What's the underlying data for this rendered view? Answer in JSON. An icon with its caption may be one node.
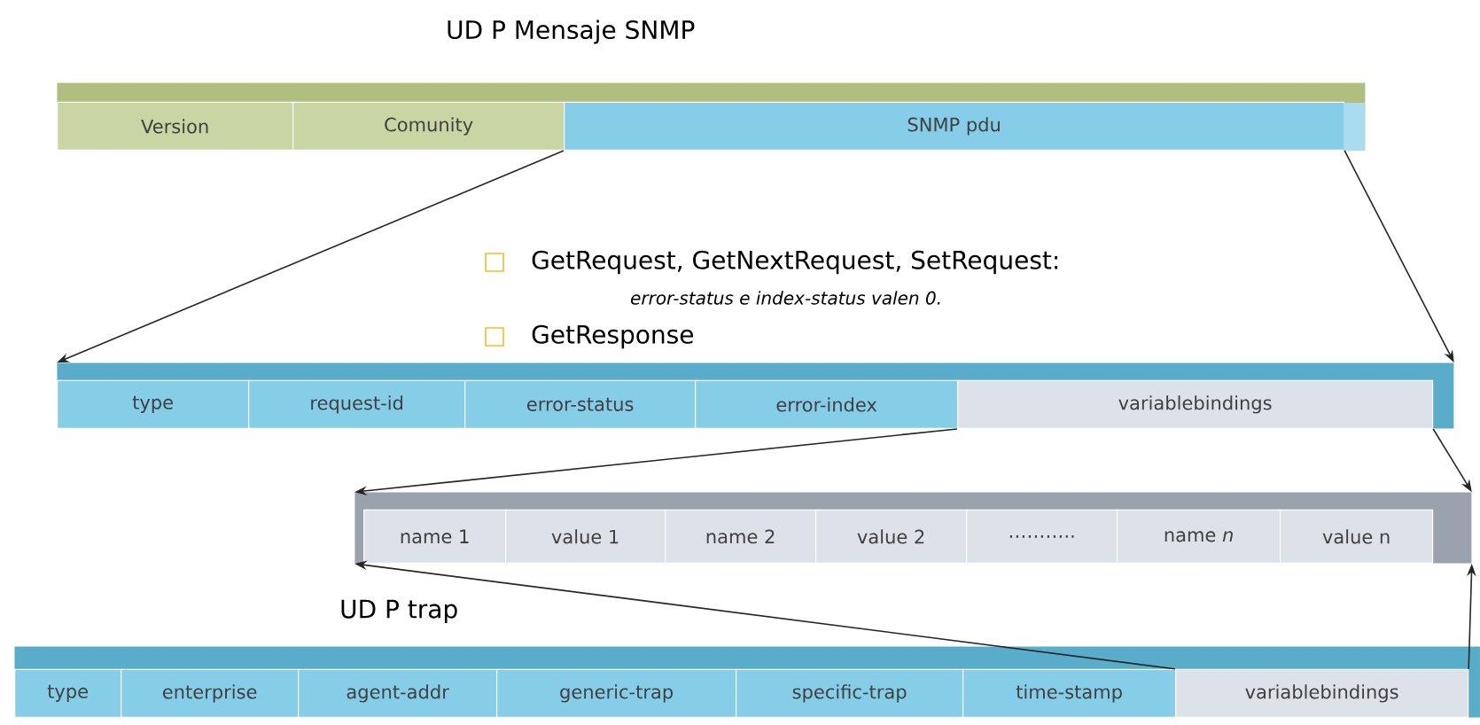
{
  "diagram": {
    "nodes": [
      {
        "text": [],
        "shape": "bar"
      },
      {
        "text": [
          "Version"
        ],
        "in": 0
      },
      {
        "text": [
          "Comunity"
        ],
        "in": 0
      },
      {
        "text": [
          "SNMP pdu"
        ],
        "in": 0
      },
      {
        "text": [],
        "shape": "bar"
      },
      {
        "text": [
          "type"
        ],
        "in": 4
      },
      {
        "text": [
          "request-id"
        ],
        "in": 4
      },
      {
        "text": [
          "error-status"
        ],
        "in": 4
      },
      {
        "text": [
          "error-index"
        ],
        "in": 4
      },
      {
        "text": [
          "variablebindings"
        ],
        "in": 4
      },
      {
        "text": [],
        "shape": "bar"
      },
      {
        "text": [
          "name 1"
        ],
        "in": 10
      },
      {
        "text": [
          "value 1"
        ],
        "in": 10
      },
      {
        "text": [
          "name 2"
        ],
        "in": 10
      },
      {
        "text": [
          "value 2"
        ],
        "in": 10
      },
      {
        "text": [
          "……….."
        ],
        "in": 10
      },
      {
        "text": [
          "name *n*"
        ],
        "in": 10
      },
      {
        "text": [
          "value n"
        ],
        "in": 10
      },
      {
        "text": [],
        "shape": "bar"
      },
      {
        "text": [
          "type"
        ],
        "in": 18
      },
      {
        "text": [
          "enterprise"
        ],
        "in": 18
      },
      {
        "text": [
          "agent-addr"
        ],
        "in": 18
      },
      {
        "text": [
          "generic-trap"
        ],
        "in": 18
      },
      {
        "text": [
          "specific-trap"
        ],
        "in": 18
      },
      {
        "text": [
          "time-stamp"
        ],
        "in": 18
      },
      {
        "text": [
          "variablebindings"
        ],
        "in": 18
      }
    ],
    "edges": [
      {
        "from": 3,
        "to": 4,
        "arrow": "to"
      },
      {
        "from": 3,
        "to": 4,
        "arrow": "to"
      },
      {
        "from": 9,
        "to": 10,
        "arrow": "to"
      },
      {
        "from": 9,
        "to": 10,
        "arrow": "to"
      },
      {
        "from": 25,
        "to": 10,
        "arrow": "to"
      },
      {
        "from": 25,
        "to": 10,
        "arrow": "to"
      }
    ],
    "labels": [
      "UD P Mensaje SNMP",
      "GetRequest, GetNextRequest, SetRequest:",
      "*error-status* e *index-status* valen 0.",
      "GetResponse",
      "UD P trap"
    ]
  }
}
